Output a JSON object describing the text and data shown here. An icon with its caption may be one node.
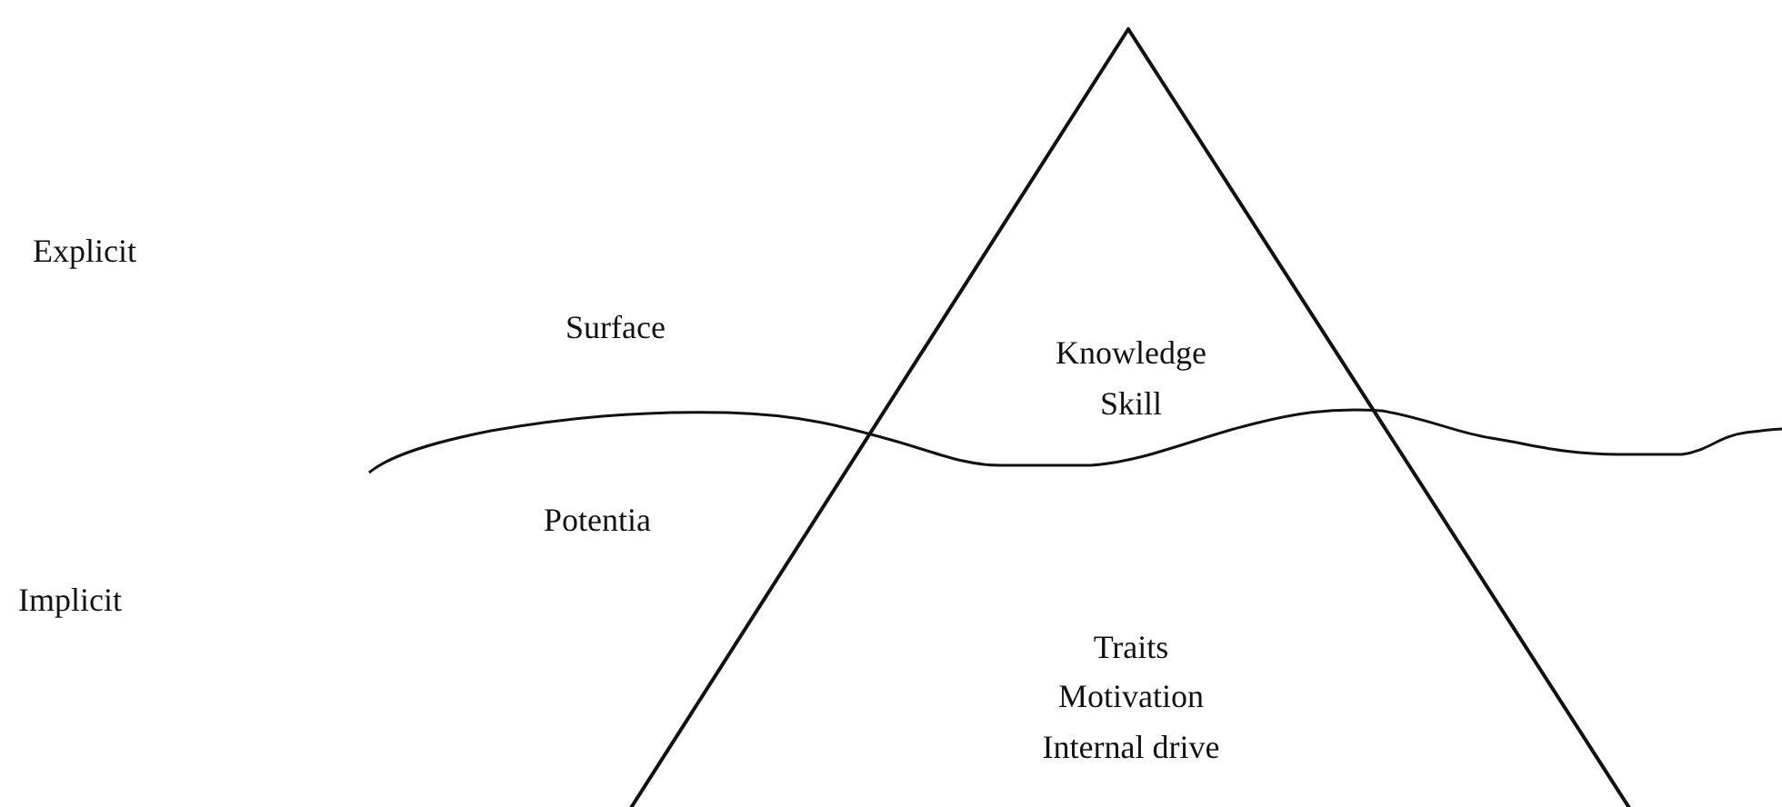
{
  "diagram": {
    "nodes": [
      {
        "text": [
          "Knowledge",
          "Skill",
          "Traits",
          "Motivation",
          "Internal drive"
        ]
      }
    ],
    "labels": [
      "Explicit",
      "Surface",
      "Potentia",
      "Implicit"
    ]
  }
}
